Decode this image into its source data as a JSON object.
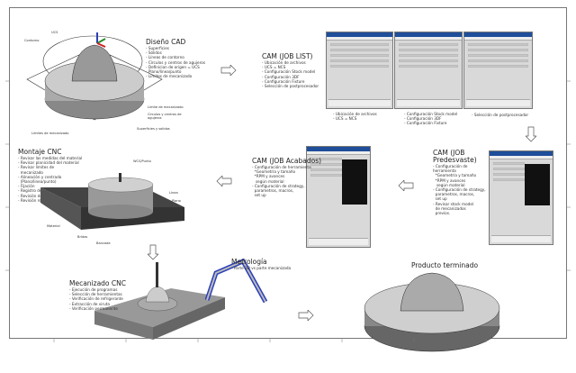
{
  "cad": {
    "title": "Diseño CAD",
    "items": "- Superficies\n- Sólidos\n- Líneas de contorno\n- Círculos y centros de agujeros\n- Definicion de origen = UCS\n- Plano/linea/punto\n- Limites de mecanizado",
    "labels": {
      "ucs": "UCS",
      "contorno": "Contorno",
      "limite1": "Limite de mecanizado",
      "circulos": "Circulos y centros de\nagujeros",
      "superficies": "Superficies y solidos",
      "limites2": "Limites de mecanizado"
    }
  },
  "job_list": {
    "title": "CAM (JOB LIST)",
    "items": "- Ubicación de archivos\n- UCS = NCS\n- Configuración Stock model\n- Configuración 3DF\n- Configuración Fixture\n- Selección de postprocesador",
    "captions": [
      "- Ubicación de archivos\n- UCS = NCS",
      "- Configuración Stock model\n- Configuración 3DF\n- Configuración Fixture",
      "- Selección de postprocesador"
    ]
  },
  "predesvaste": {
    "title": "CAM (JOB\nPredesvaste)",
    "items": "- Configuración de\nherramienta\n  *Geometría y tamaño\n  *RPM y avances\n   según material\n- Configuración de strategy,\n  parametros, macros,\n  set up\n- Revisar stock model\n  de mecanizados\n  previos."
  },
  "acabados": {
    "title": "CAM (JOB Acabados)",
    "items": "- Configuración de herramienta\n  *Geometría y tamaño\n  *RPM y avances\n   según material\n- Configuración de strategy,\n  parametros, macros,\n  set up"
  },
  "montaje": {
    "title": "Montaje CNC",
    "items": "- Revisar las medidas del material\n- Revisar planicidad del material\n- Revisar limites de\n  mecanizado\n- Alineación y centrado\n  (Plano/linea/punto)\n- Fijación\n- Registro de posición de bridas\n- Revisión de herramientas\n- Revisión refrigerante",
    "labels": {
      "wcs": "WCS/Punto",
      "linea": "Linea",
      "plano": "Plano",
      "material": "Material",
      "bridas": "Bridas",
      "bancada": "Bancada"
    }
  },
  "mecanizado": {
    "title": "Mecanizado CNC",
    "items": "- Ejecución de programas\n- Selección de herramientas\n- Verificación de refrigerante\n- Extracción de viruta\n- Verificación permanente"
  },
  "metrologia": {
    "title": "Metrología",
    "items": "- Parte 3D vs parte mecanizada"
  },
  "producto": {
    "title": "Producto terminado"
  },
  "colors": {
    "window_title": "#1f4e9a",
    "arm": "#2a3fb8"
  }
}
